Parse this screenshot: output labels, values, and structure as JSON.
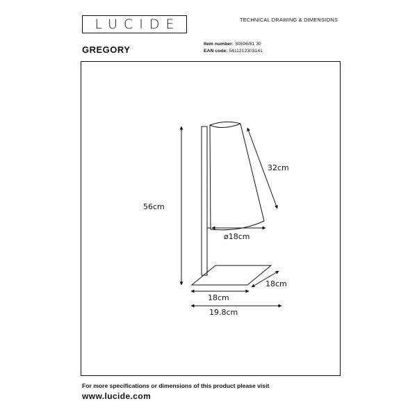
{
  "header": {
    "brand_logo": "LUCIDE",
    "doc_heading": "TECHNICAL DRAWING & DIMENSIONS"
  },
  "product": {
    "name": "GREGORY",
    "item_label": "Item number:",
    "item_value": "30596/81 30",
    "ean_label": "EAN code:",
    "ean_value": "5411212303141"
  },
  "dimensions": {
    "total_height": "56cm",
    "shade_length": "32cm",
    "shade_diameter": "ø18cm",
    "base_depth": "18cm",
    "base_width": "18cm",
    "overall_width": "19.8cm"
  },
  "footer": {
    "note": "For more specifications or dimensions of this product please visit",
    "url": "www.lucide.com"
  }
}
